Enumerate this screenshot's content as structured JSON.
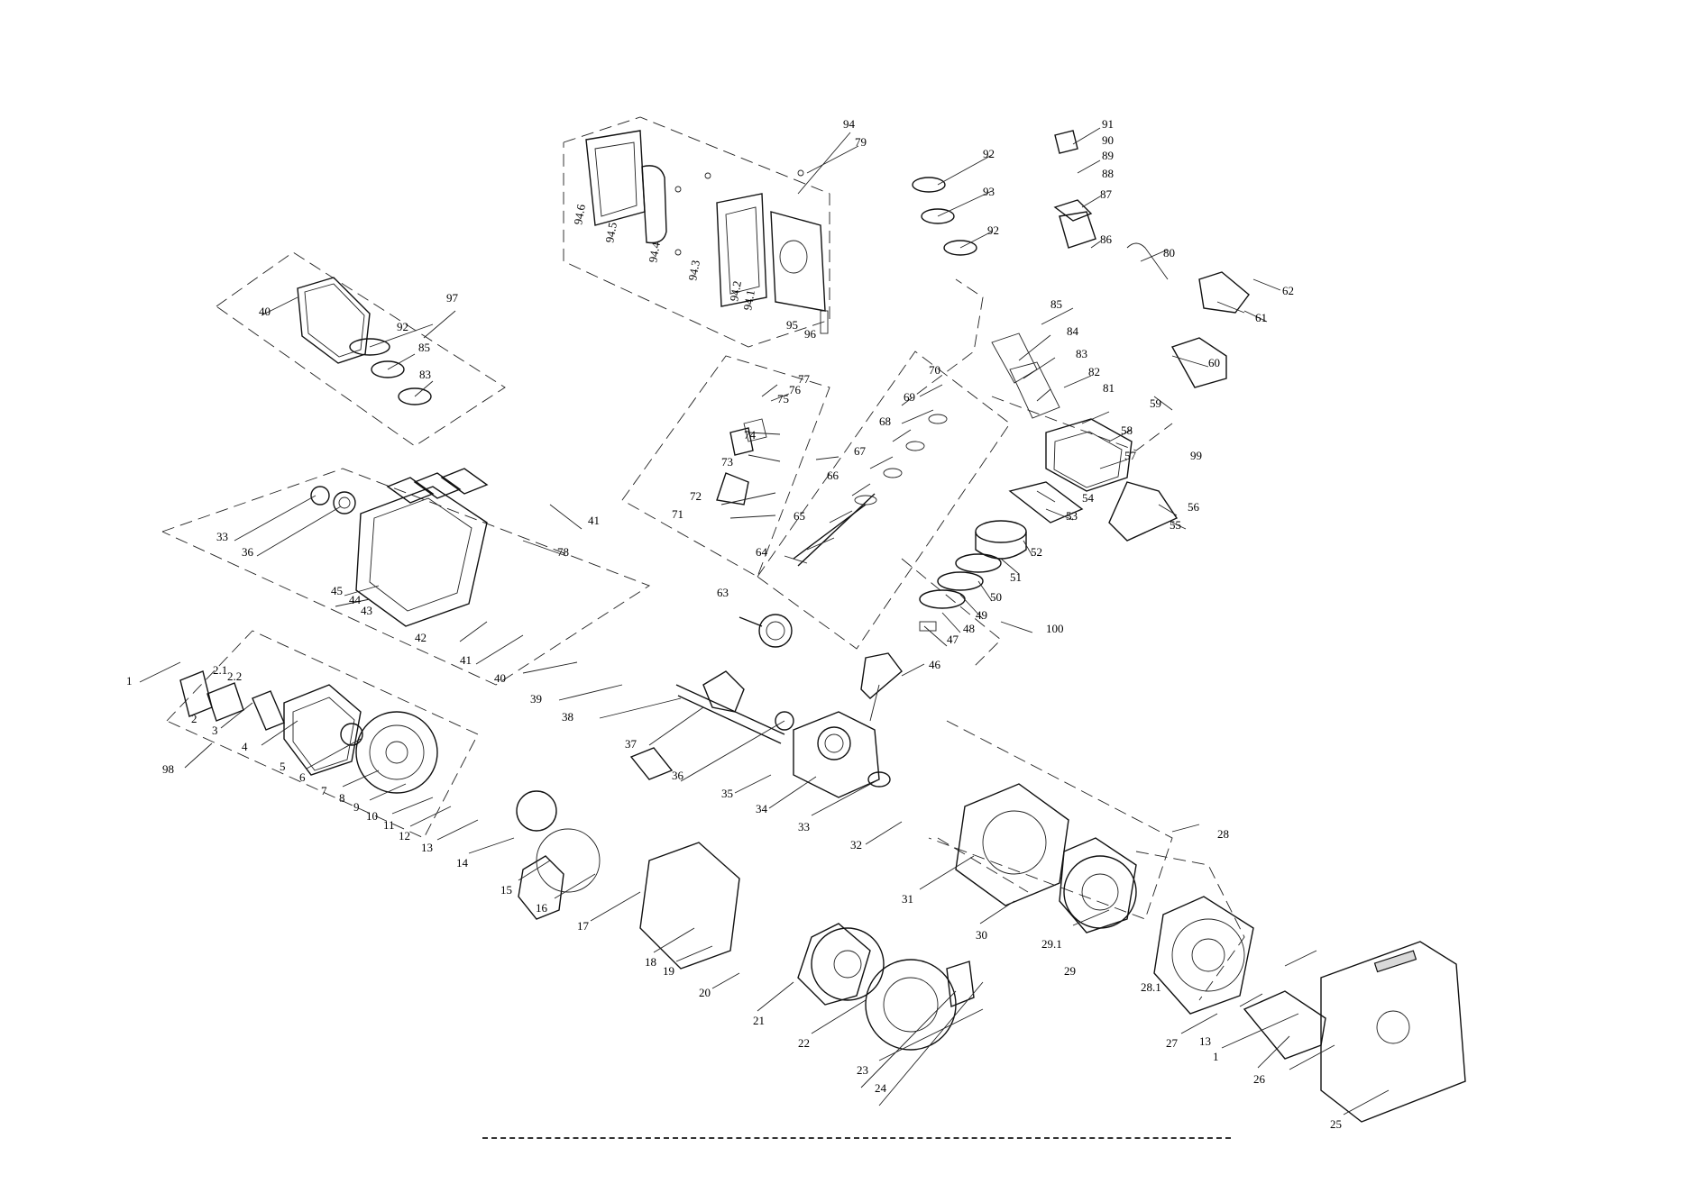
{
  "labels": {
    "p1": "1",
    "p2": "2",
    "p2_1": "2.1",
    "p2_2": "2.2",
    "p3": "3",
    "p4": "4",
    "p5": "5",
    "p6": "6",
    "p7": "7",
    "p8": "8",
    "p9": "9",
    "p10": "10",
    "p11": "11",
    "p12": "12",
    "p13": "13",
    "p14": "14",
    "p15": "15",
    "p16": "16",
    "p17": "17",
    "p18": "18",
    "p19": "19",
    "p20": "20",
    "p21": "21",
    "p22": "22",
    "p23": "23",
    "p24": "24",
    "p25": "25",
    "p26": "26",
    "p27": "27",
    "p28": "28",
    "p28_1": "28.1",
    "p29": "29",
    "p29_1": "29.1",
    "p30": "30",
    "p31": "31",
    "p32": "32",
    "p33": "33",
    "p34": "34",
    "p35": "35",
    "p36": "36",
    "p37": "37",
    "p38": "38",
    "p39": "39",
    "p40": "40",
    "p41": "41",
    "p42": "42",
    "p43": "43",
    "p44": "44",
    "p45": "45",
    "p46": "46",
    "p47": "47",
    "p48": "48",
    "p49": "49",
    "p50": "50",
    "p51": "51",
    "p52": "52",
    "p53": "53",
    "p54": "54",
    "p55": "55",
    "p56": "56",
    "p57": "57",
    "p58": "58",
    "p59": "59",
    "p60": "60",
    "p61": "61",
    "p62": "62",
    "p63": "63",
    "p64": "64",
    "p65": "65",
    "p66": "66",
    "p67": "67",
    "p68": "68",
    "p69": "69",
    "p70": "70",
    "p71": "71",
    "p72": "72",
    "p73": "73",
    "p74": "74",
    "p75": "75",
    "p76": "76",
    "p77": "77",
    "p78": "78",
    "p79": "79",
    "p80": "80",
    "p81": "81",
    "p82": "82",
    "p83": "83",
    "p84": "84",
    "p85": "85",
    "p86": "86",
    "p87": "87",
    "p88": "88",
    "p89": "89",
    "p90": "90",
    "p91": "91",
    "p92": "92",
    "p93": "93",
    "p94": "94",
    "p94_1": "94.1",
    "p94_2": "94.2",
    "p94_3": "94.3",
    "p94_4": "94.4",
    "p94_5": "94.5",
    "p94_6": "94.6",
    "p95": "95",
    "p96": "96",
    "p97": "97",
    "p98": "98",
    "p99": "99",
    "p100": "100"
  },
  "colors": {
    "line": "#111111",
    "background": "#ffffff"
  }
}
